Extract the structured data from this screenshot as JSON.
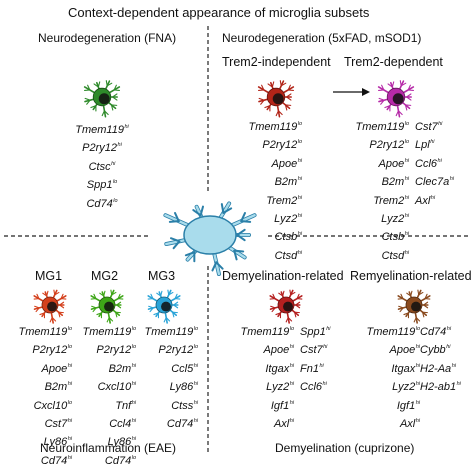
{
  "title": "Context-dependent appearance of microglia subsets",
  "quadrants": {
    "top_left": {
      "heading": "Neurodegeneration (FNA)",
      "cell_color": "#2e8a2a",
      "genes": [
        {
          "name": "Tmem119",
          "level": "hi"
        },
        {
          "name": "P2ry12",
          "level": "hi"
        },
        {
          "name": "Ctsc",
          "level": "hi"
        },
        {
          "name": "Spp1",
          "level": "lo"
        },
        {
          "name": "Cd74",
          "level": "lo"
        }
      ]
    },
    "top_right": {
      "heading": "Neurodegeneration (5xFAD, mSOD1)",
      "left_label": "Trem2-independent",
      "right_label": "Trem2-dependent",
      "left_cell_color": "#b22418",
      "right_cell_color": "#b62aa8",
      "left_genes": [
        {
          "name": "Tmem119",
          "level": "lo"
        },
        {
          "name": "P2ry12",
          "level": "lo"
        },
        {
          "name": "Apoe",
          "level": "hi"
        },
        {
          "name": "B2m",
          "level": "hi"
        },
        {
          "name": "Trem2",
          "level": "hi"
        },
        {
          "name": "Lyz2",
          "level": "hi"
        },
        {
          "name": "Ctsb",
          "level": "hi"
        },
        {
          "name": "Ctsd",
          "level": "hi"
        }
      ],
      "right_genes_a": [
        {
          "name": "Tmem119",
          "level": "lo"
        },
        {
          "name": "P2ry12",
          "level": "lo"
        },
        {
          "name": "Apoe",
          "level": "hi"
        },
        {
          "name": "B2m",
          "level": "hi"
        },
        {
          "name": "Trem2",
          "level": "hi"
        },
        {
          "name": "Lyz2",
          "level": "hi"
        },
        {
          "name": "Ctsb",
          "level": "hi"
        },
        {
          "name": "Ctsd",
          "level": "hi"
        }
      ],
      "right_genes_b": [
        {
          "name": "Cst7",
          "level": "hi"
        },
        {
          "name": "Lpl",
          "level": "hi"
        },
        {
          "name": "Ccl6",
          "level": "hi"
        },
        {
          "name": "Clec7a",
          "level": "hi"
        },
        {
          "name": "Axl",
          "level": "hi"
        }
      ]
    },
    "bottom_left": {
      "footer": "Neuroinflammation (EAE)",
      "mg1": {
        "label": "MG1",
        "cell_color": "#d4401c",
        "genes": [
          {
            "name": "Tmem119",
            "level": "lo"
          },
          {
            "name": "P2ry12",
            "level": "lo"
          },
          {
            "name": "Apoe",
            "level": "hi"
          },
          {
            "name": "B2m",
            "level": "hi"
          },
          {
            "name": "Cxcl10",
            "level": "lo"
          },
          {
            "name": "Cst7",
            "level": "hi"
          },
          {
            "name": "Ly86",
            "level": "hi"
          },
          {
            "name": "Cd74",
            "level": "hi"
          }
        ]
      },
      "mg2": {
        "label": "MG2",
        "cell_color": "#3ea618",
        "genes": [
          {
            "name": "Tmem119",
            "level": "lo"
          },
          {
            "name": "P2ry12",
            "level": "lo"
          },
          {
            "name": "B2m",
            "level": "hi"
          },
          {
            "name": "Cxcl10",
            "level": "hi"
          },
          {
            "name": "Tnf",
            "level": "hi"
          },
          {
            "name": "Ccl4",
            "level": "hi"
          },
          {
            "name": "Ly86",
            "level": "hi"
          },
          {
            "name": "Cd74",
            "level": "lo"
          }
        ]
      },
      "mg3": {
        "label": "MG3",
        "cell_color": "#2aa4d8",
        "genes": [
          {
            "name": "Tmem119",
            "level": "lo"
          },
          {
            "name": "P2ry12",
            "level": "lo"
          },
          {
            "name": "Ccl5",
            "level": "hi"
          },
          {
            "name": "Ly86",
            "level": "hi"
          },
          {
            "name": "Ctss",
            "level": "hi"
          },
          {
            "name": "Cd74",
            "level": "hi"
          }
        ]
      }
    },
    "bottom_right": {
      "footer": "Demyelination (cuprizone)",
      "demyelination": {
        "label": "Demyelination-related",
        "cell_color": "#b52020",
        "genes_a": [
          {
            "name": "Tmem119",
            "level": "lo"
          },
          {
            "name": "Apoe",
            "level": "hi"
          },
          {
            "name": "Itgax",
            "level": "hi"
          },
          {
            "name": "Lyz2",
            "level": "hi"
          },
          {
            "name": "Igf1",
            "level": "hi"
          },
          {
            "name": "Axl",
            "level": "hi"
          }
        ],
        "genes_b": [
          {
            "name": "Spp1",
            "level": "hi"
          },
          {
            "name": "Cst7",
            "level": "hi"
          },
          {
            "name": "Fn1",
            "level": "hi"
          },
          {
            "name": "Ccl6",
            "level": "hi"
          }
        ]
      },
      "remyelination": {
        "label": "Remyelination-related",
        "cell_color": "#8a4a1e",
        "genes_a": [
          {
            "name": "Tmem119",
            "level": "lo"
          },
          {
            "name": "Apoe",
            "level": "hi"
          },
          {
            "name": "Itgax",
            "level": "hi"
          },
          {
            "name": "Lyz2",
            "level": "hi"
          },
          {
            "name": "Igf1",
            "level": "hi"
          },
          {
            "name": "Axl",
            "level": "hi"
          }
        ],
        "genes_b": [
          {
            "name": "Cd74",
            "level": "hi"
          },
          {
            "name": "Cybb",
            "level": "hi"
          },
          {
            "name": "H2-Aa",
            "level": "hi"
          },
          {
            "name": "H2-ab1",
            "level": "hi"
          }
        ]
      }
    }
  },
  "center_cell_color": "#a9dcec",
  "divider_color": "#222222"
}
